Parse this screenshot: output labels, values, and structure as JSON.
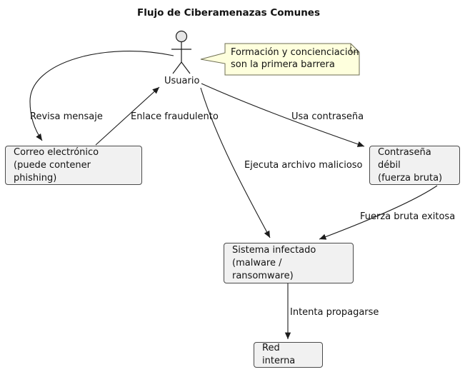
{
  "title": "Flujo de Ciberamenazas Comunes",
  "actor": {
    "label": "Usuario"
  },
  "note": {
    "line1": "Formación y concienciación",
    "line2": "son la primera barrera"
  },
  "nodes": {
    "correo": {
      "line1": "Correo electrónico",
      "line2": "(puede contener phishing)"
    },
    "contrasena": {
      "line1": "Contraseña débil",
      "line2": "(fuerza bruta)"
    },
    "sistema": {
      "line1": "Sistema infectado",
      "line2": "(malware / ransomware)"
    },
    "red": {
      "line1": "Red interna"
    }
  },
  "edges": {
    "revisa": "Revisa mensaje",
    "enlace": "Enlace fraudulento",
    "usa": "Usa contraseña",
    "ejecuta": "Ejecuta archivo malicioso",
    "fuerza": "Fuerza bruta exitosa",
    "intenta": "Intenta propagarse"
  },
  "colors": {
    "background": "#ffffff",
    "node_fill": "#f1f1f1",
    "node_border": "#4a4a4a",
    "note_fill": "#feffdd",
    "note_border": "#6e6e52",
    "line": "#1c1c1c",
    "text": "#121212",
    "actor_fill": "#e6e6e6"
  }
}
